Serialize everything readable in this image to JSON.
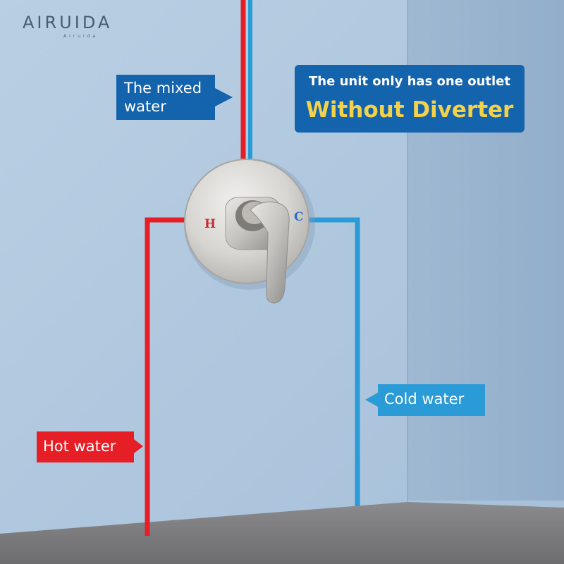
{
  "brand": {
    "name": "AIRUIDA",
    "sub": "Airuida"
  },
  "callouts": {
    "mixed_water": [
      "The mixed",
      "water"
    ],
    "outlet_line1": "The unit only has one outlet",
    "outlet_line2": "Without Diverter",
    "cold_water": "Cold water",
    "hot_water": "Hot water"
  },
  "valve": {
    "hot_mark": "H",
    "cold_mark": "C"
  },
  "colors": {
    "hot_pipe": "#e61e25",
    "cold_pipe": "#2a9bd6",
    "callout_blue": "#1463ad",
    "highlight_yellow": "#f3d24a",
    "wall": "#a9c3dd",
    "floor": "#8c8c8e"
  }
}
